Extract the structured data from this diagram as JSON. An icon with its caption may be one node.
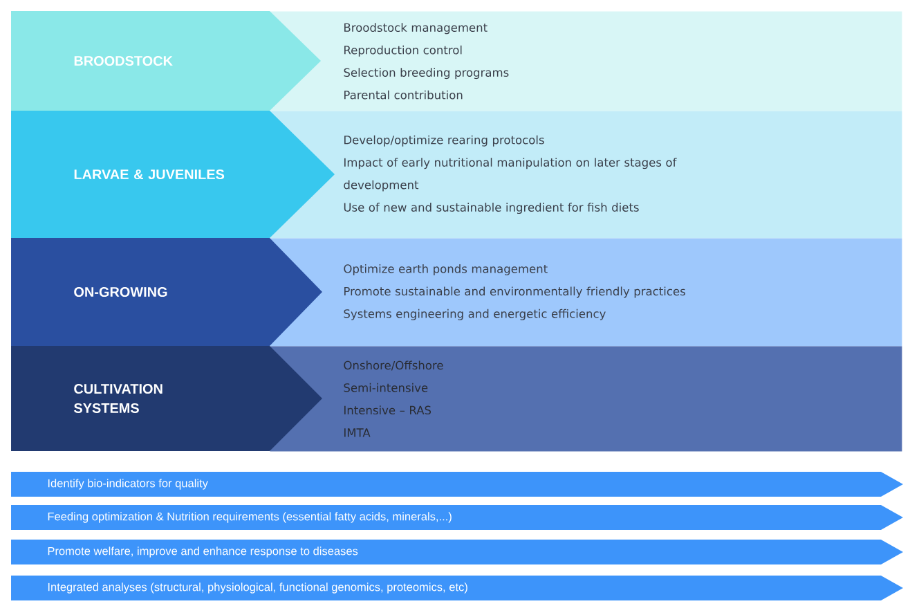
{
  "diagram": {
    "nodes": [
      {
        "text": [
          "BROODSTOCK"
        ]
      },
      {
        "text": [
          "Broodstock management",
          "Reproduction control",
          "Selection breeding programs",
          "Parental contribution"
        ]
      },
      {
        "text": [
          "LARVAE & JUVENILES"
        ]
      },
      {
        "text": [
          "Develop/optimize rearing protocols",
          "Impact of early nutritional manipulation on later stages of development",
          "Use of new and sustainable ingredient for fish diets"
        ]
      },
      {
        "text": [
          "ON-GROWING"
        ]
      },
      {
        "text": [
          "Optimize earth ponds management",
          "Promote sustainable and environmentally friendly practices",
          "Systems engineering and energetic efficiency"
        ]
      },
      {
        "text": [
          "CULTIVATION SYSTEMS"
        ]
      },
      {
        "text": [
          "Onshore/Offshore",
          "Semi-intensive",
          "Intensive – RAS",
          "IMTA"
        ]
      },
      {
        "text": [
          "Identify bio-indicators for quality"
        ]
      },
      {
        "text": [
          "Feeding optimization & Nutrition requirements (essential fatty acids, minerals,...)"
        ]
      },
      {
        "text": [
          "Promote welfare, improve and enhance response to diseases"
        ]
      },
      {
        "text": [
          "Integrated analyses (structural, physiological, functional genomics, proteomics, etc)"
        ]
      }
    ]
  }
}
